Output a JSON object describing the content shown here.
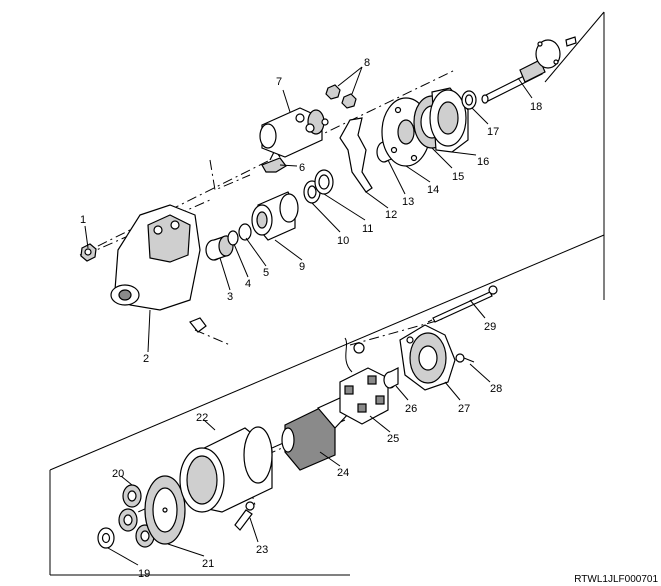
{
  "diagram_code": "RTWL1JLF000701",
  "callouts": [
    "1",
    "2",
    "3",
    "4",
    "5",
    "6",
    "7",
    "8",
    "9",
    "10",
    "11",
    "12",
    "13",
    "14",
    "15",
    "16",
    "17",
    "18",
    "19",
    "20",
    "21",
    "22",
    "23",
    "24",
    "25",
    "26",
    "27",
    "28",
    "29"
  ],
  "components": [
    {
      "id": "nut-1",
      "icon": "nut-icon"
    },
    {
      "id": "drive-housing-2",
      "icon": "housing-icon"
    },
    {
      "id": "sleeve-3",
      "icon": "sleeve-icon"
    },
    {
      "id": "ring-4",
      "icon": "ring-icon"
    },
    {
      "id": "ring-5",
      "icon": "ring-icon"
    },
    {
      "id": "lever-6",
      "icon": "lever-icon"
    },
    {
      "id": "solenoid-7",
      "icon": "solenoid-icon"
    },
    {
      "id": "nuts-8",
      "icon": "nut-icon"
    },
    {
      "id": "pinion-clutch-9",
      "icon": "pinion-icon"
    },
    {
      "id": "washer-10",
      "icon": "washer-icon"
    },
    {
      "id": "washer-11",
      "icon": "washer-icon"
    },
    {
      "id": "fork-12",
      "icon": "fork-icon"
    },
    {
      "id": "bushing-13",
      "icon": "bushing-icon"
    },
    {
      "id": "plate-14",
      "icon": "plate-icon"
    },
    {
      "id": "gear-15",
      "icon": "gear-icon"
    },
    {
      "id": "cover-16",
      "icon": "cover-icon"
    },
    {
      "id": "washer-17",
      "icon": "washer-icon"
    },
    {
      "id": "shaft-18",
      "icon": "shaft-icon"
    },
    {
      "id": "washer-19",
      "icon": "washer-icon"
    },
    {
      "id": "planet-gears-20",
      "icon": "gear-icon"
    },
    {
      "id": "ring-gear-21",
      "icon": "gear-icon"
    },
    {
      "id": "yoke-22",
      "icon": "yoke-icon"
    },
    {
      "id": "grommet-23",
      "icon": "grommet-icon"
    },
    {
      "id": "armature-24",
      "icon": "armature-icon"
    },
    {
      "id": "brush-holder-25",
      "icon": "brush-icon"
    },
    {
      "id": "bushing-26",
      "icon": "bushing-icon"
    },
    {
      "id": "end-cover-27",
      "icon": "cover-icon"
    },
    {
      "id": "screw-28",
      "icon": "screw-icon"
    },
    {
      "id": "through-bolt-29",
      "icon": "bolt-icon"
    }
  ]
}
